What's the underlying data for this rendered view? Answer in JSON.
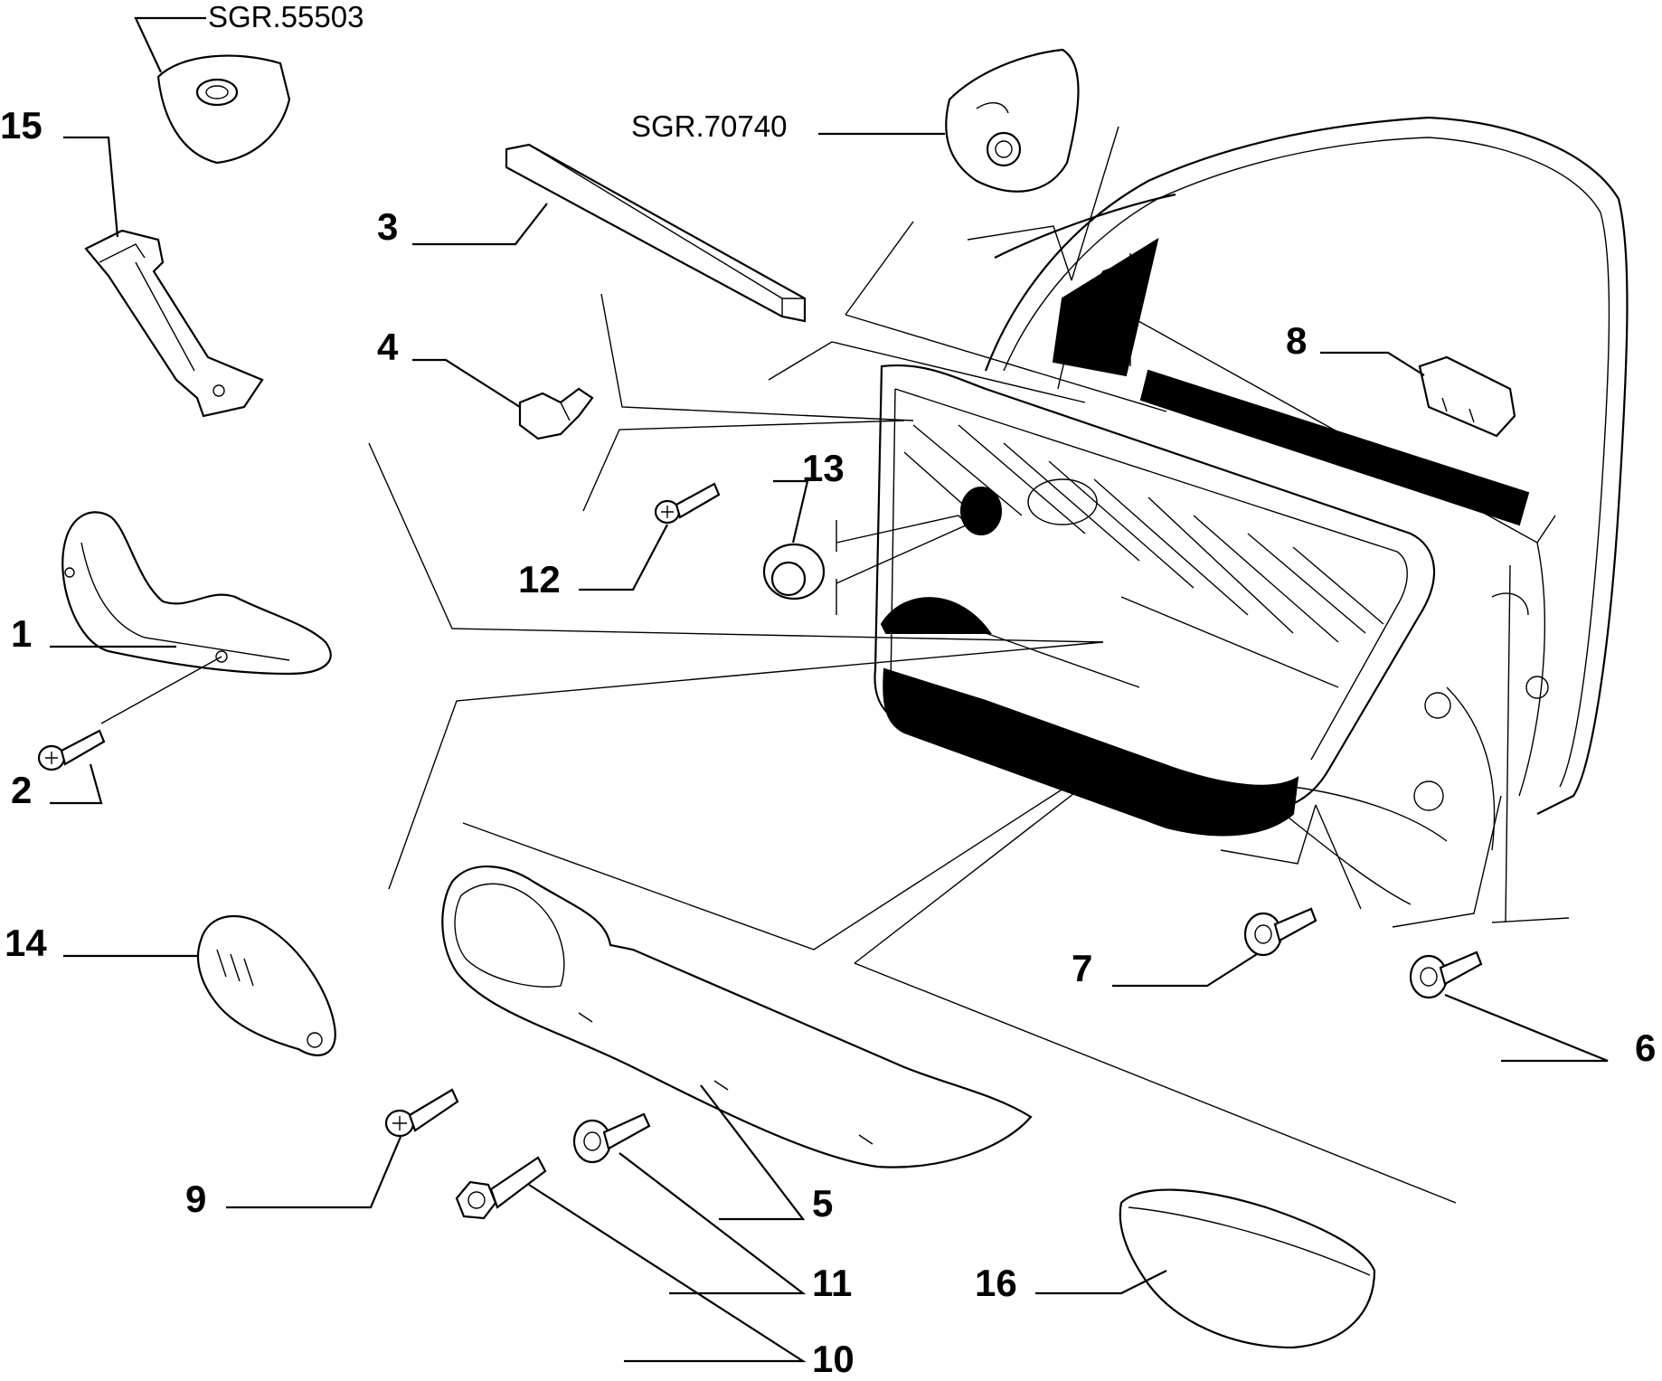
{
  "labels": {
    "ref_top": "SGR.55503",
    "ref_mid": "SGR.70740",
    "p1": "1",
    "p2": "2",
    "p3": "3",
    "p4": "4",
    "p5": "5",
    "p6": "6",
    "p7": "7",
    "p8": "8",
    "p9": "9",
    "p10": "10",
    "p11": "11",
    "p12": "12",
    "p13": "13",
    "p14": "14",
    "p15": "15",
    "p16": "16"
  }
}
